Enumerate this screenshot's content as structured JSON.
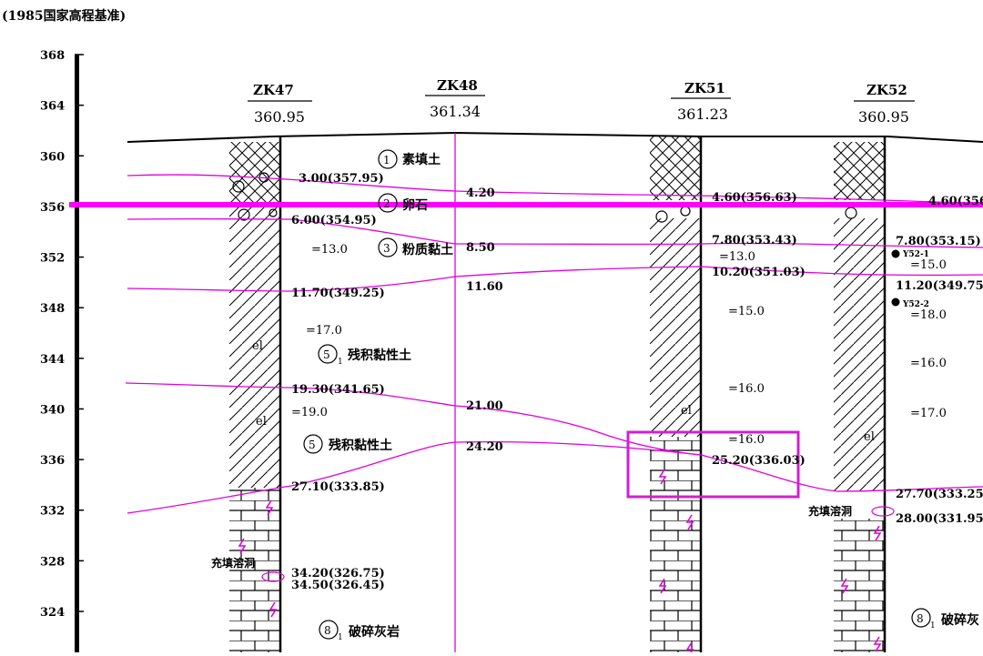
{
  "datum_note": "(1985国家高程基准)",
  "elevation_axis": {
    "ticks": [
      "368",
      "364",
      "360",
      "356",
      "352",
      "348",
      "344",
      "340",
      "336",
      "332",
      "328",
      "324"
    ],
    "range": [
      322,
      368
    ]
  },
  "boreholes": [
    {
      "id": "ZK47",
      "elevation": "360.95"
    },
    {
      "id": "ZK48",
      "elevation": "361.34"
    },
    {
      "id": "ZK51",
      "elevation": "361.23"
    },
    {
      "id": "ZK52",
      "elevation": "360.95"
    }
  ],
  "layer_names": {
    "fill": {
      "num": "1",
      "name": "素填土"
    },
    "gravel": {
      "num": "2",
      "name": "卵石"
    },
    "silty_clay": {
      "num": "3",
      "name": "粉质黏土"
    },
    "residual_5_1": {
      "num": "5",
      "sub": "1",
      "name": "残积黏性土"
    },
    "residual_5": {
      "num": "5",
      "name": "残积黏性土"
    },
    "broken_limestone_a": {
      "num": "8",
      "sub": "1",
      "name": "破碎灰岩"
    },
    "broken_limestone_b": {
      "num": "8",
      "sub": "1",
      "name": "破碎灰"
    }
  },
  "depth_labels": {
    "zk47_1": "3.00(357.95)",
    "zk47_2": "6.00(354.95)",
    "zk47_3": "11.70(349.25)",
    "zk47_4": "19.30(341.65)",
    "zk47_5": "27.10(333.85)",
    "zk47_6": "34.20(326.75)",
    "zk47_7": "34.50(326.45)",
    "zk48_1": "4.20",
    "zk48_2": "8.50",
    "zk48_3": "11.60",
    "zk48_4": "21.00",
    "zk48_5": "24.20",
    "zk51_1": "4.60(356.63)",
    "zk51_2": "7.80(353.43)",
    "zk51_3": "10.20(351.03)",
    "zk51_4": "25.20(336.03)",
    "zk52_1": "4.60(356",
    "zk52_2": "7.80(353.15)",
    "zk52_3": "11.20(349.75)",
    "zk52_4": "27.70(333.25)",
    "zk52_5": "28.00(331.95)"
  },
  "spt_values": {
    "zk47_a": "=13.0",
    "zk47_b": "=17.0",
    "zk47_c": "=19.0",
    "zk51_a": "=13.0",
    "zk51_b": "=15.0",
    "zk51_c": "=16.0",
    "zk51_d": "=16.0",
    "zk52_a": "=15.0",
    "zk52_b": "=18.0",
    "zk52_c": "=16.0",
    "zk52_d": "=17.0"
  },
  "other_labels": {
    "el": "el",
    "cave_fill": "充填溶洞",
    "sample_1": "Y52-1",
    "sample_2": "Y52-2",
    "zk52_tag": "Y52-1"
  },
  "colors": {
    "boundary": "#e000e0",
    "highlight_line": "#ff00ff",
    "highlight_box": "#d020d0",
    "ink": "#000000"
  }
}
